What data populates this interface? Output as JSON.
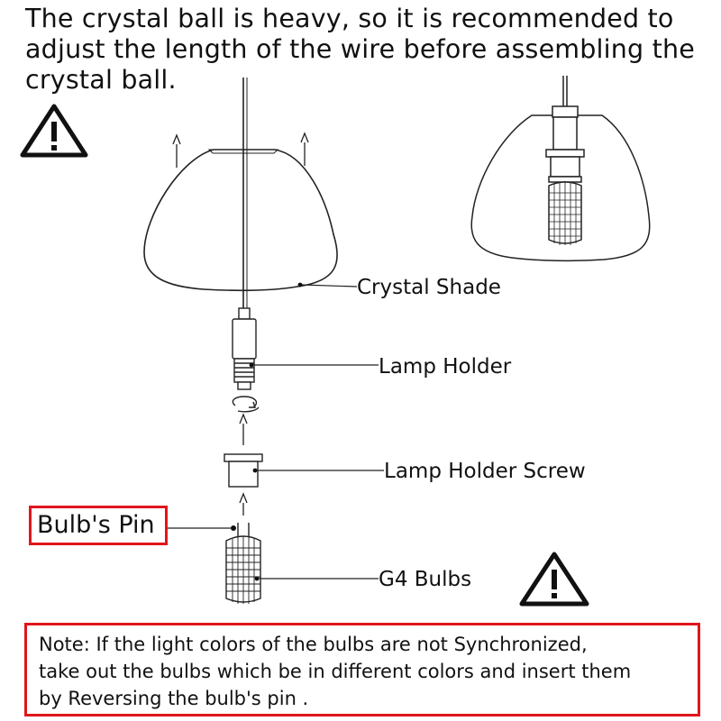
{
  "heading": {
    "lines": [
      "The crystal ball is heavy, so it is recommended to",
      "adjust the length of the wire before assembling the",
      "crystal ball."
    ]
  },
  "labels": {
    "crystal_shade": "Crystal Shade",
    "lamp_holder": "Lamp Holder",
    "lamp_holder_screw": "Lamp Holder Screw",
    "bulbs_pin": "Bulb's Pin",
    "g4_bulbs": "G4 Bulbs"
  },
  "note": {
    "lines": [
      "Note: If the light colors of the bulbs are not Synchronized,",
      "take out the bulbs which be in different colors and insert them",
      "by Reversing the bulb's pin ."
    ]
  },
  "colors": {
    "highlight_border": "#e0161d",
    "line": "#222222"
  },
  "icons": [
    "warning-icon",
    "warning-icon"
  ]
}
